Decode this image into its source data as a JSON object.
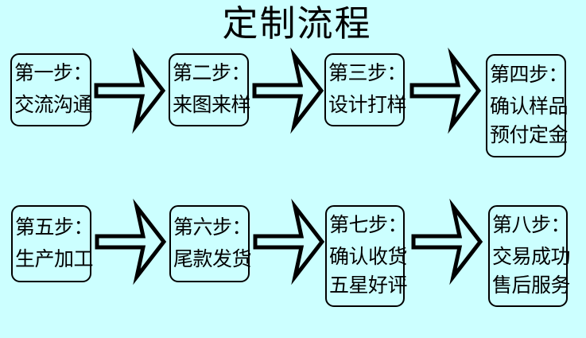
{
  "page": {
    "title": "定制流程",
    "background_color": "#ccffff",
    "line_color": "#000000"
  },
  "flow": {
    "type": "process-flowchart",
    "direction": "left-to-right, two rows",
    "arrow_glyph": "block-arrow-right",
    "rows": [
      {
        "row_index": 1,
        "steps": [
          {
            "id": "step-1",
            "head": "第一步：",
            "lines": [
              "交流沟通"
            ]
          },
          {
            "id": "step-2",
            "head": "第二步：",
            "lines": [
              "来图来样"
            ]
          },
          {
            "id": "step-3",
            "head": "第三步：",
            "lines": [
              "设计打样"
            ]
          },
          {
            "id": "step-4",
            "head": "第四步：",
            "lines": [
              "确认样品",
              "预付定金"
            ]
          }
        ],
        "arrows": [
          "arrow-1",
          "arrow-2",
          "arrow-3"
        ]
      },
      {
        "row_index": 2,
        "steps": [
          {
            "id": "step-5",
            "head": "第五步：",
            "lines": [
              "生产加工"
            ]
          },
          {
            "id": "step-6",
            "head": "第六步：",
            "lines": [
              "尾款发货"
            ]
          },
          {
            "id": "step-7",
            "head": "第七步：",
            "lines": [
              "确认收货",
              "五星好评"
            ]
          },
          {
            "id": "step-8",
            "head": "第八步：",
            "lines": [
              "交易成功",
              "售后服务"
            ]
          }
        ],
        "arrows": [
          "arrow-4",
          "arrow-5",
          "arrow-6"
        ]
      }
    ]
  }
}
